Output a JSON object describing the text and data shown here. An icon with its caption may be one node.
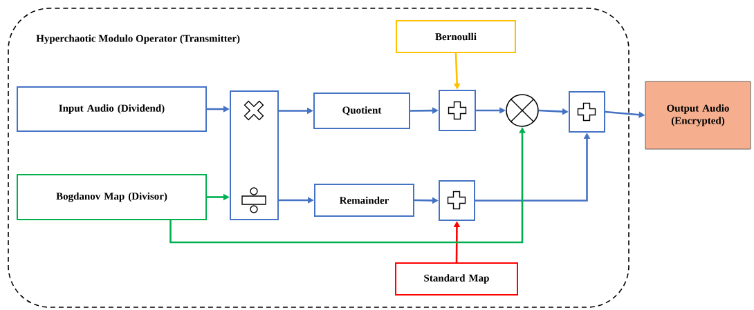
{
  "diagram": {
    "nodes": [
      {
        "text": [
          "Hyperchaotic Modulo Operator (Transmitter)"
        ]
      },
      {
        "text": [
          "Input Audio (Dividend)"
        ],
        "in": 0
      },
      {
        "text": [
          "Bogdanov Map (Divisor)"
        ],
        "in": 0
      },
      {
        "text": [],
        "shape": "box",
        "in": 0
      },
      {
        "text": [
          "Quotient"
        ],
        "in": 0
      },
      {
        "text": [
          "Remainder"
        ],
        "in": 0
      },
      {
        "text": [
          "Bernoulli"
        ],
        "in": 0
      },
      {
        "text": [],
        "shape": "box",
        "in": 0
      },
      {
        "text": [],
        "shape": "box",
        "in": 0
      },
      {
        "text": [],
        "shape": "circle",
        "in": 0
      },
      {
        "text": [],
        "shape": "box",
        "in": 0
      },
      {
        "text": [
          "Standard Map"
        ],
        "in": 0
      },
      {
        "text": [
          "Output Audio (Encrypted)"
        ]
      }
    ],
    "edges": [
      {
        "from": 1,
        "to": 3,
        "arrow": "to"
      },
      {
        "from": 2,
        "to": 3,
        "arrow": "to",
        "color": "#00b050"
      },
      {
        "from": 3,
        "to": 4,
        "arrow": "to"
      },
      {
        "from": 3,
        "to": 5,
        "arrow": "to"
      },
      {
        "from": 6,
        "to": 7,
        "arrow": "to",
        "color": "#ffc000"
      },
      {
        "from": 4,
        "to": 7,
        "arrow": "to"
      },
      {
        "from": 7,
        "to": 9,
        "arrow": "to"
      },
      {
        "from": 9,
        "to": 10,
        "arrow": "to"
      },
      {
        "from": 10,
        "to": 12,
        "arrow": "to"
      },
      {
        "from": 5,
        "to": 8,
        "arrow": "to"
      },
      {
        "from": 11,
        "to": 8,
        "arrow": "to",
        "color": "#ff0000"
      },
      {
        "from": 8,
        "to": 10,
        "arrow": "to"
      },
      {
        "from": 2,
        "to": 9,
        "arrow": "to",
        "color": "#00b050"
      }
    ]
  }
}
